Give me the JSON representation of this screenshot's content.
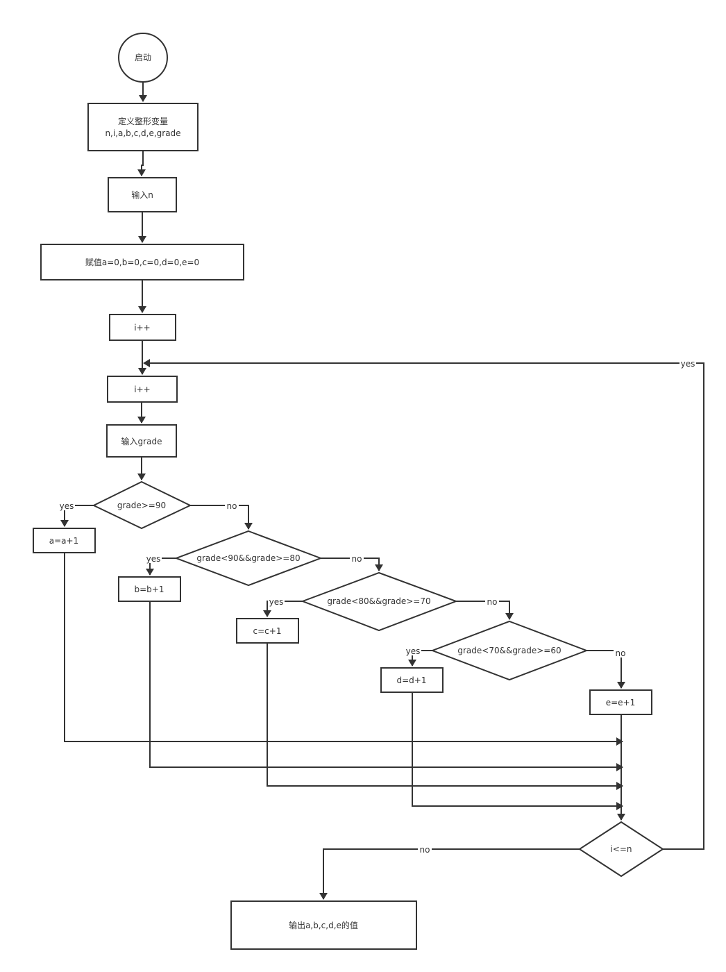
{
  "nodes": {
    "start": "启动",
    "define_line1": "定义整形变量",
    "define_line2": "n,i,a,b,c,d,e,grade",
    "input_n": "输入n",
    "assign": "赋值a=0,b=0,c=0,d=0,e=0",
    "inc1": "i++",
    "inc2": "i++",
    "input_grade": "输入grade",
    "cond90": "grade>=90",
    "cond80": "grade<90&&grade>=80",
    "cond70": "grade<80&&grade>=70",
    "cond60": "grade<70&&grade>=60",
    "a_inc": "a=a+1",
    "b_inc": "b=b+1",
    "c_inc": "c=c+1",
    "d_inc": "d=d+1",
    "e_inc": "e=e+1",
    "loop_cond": "i<=n",
    "output": "输出a,b,c,d,e的值"
  },
  "edge_labels": {
    "yes": "yes",
    "no": "no"
  },
  "colors": {
    "stroke": "#333333",
    "background": "#ffffff"
  }
}
